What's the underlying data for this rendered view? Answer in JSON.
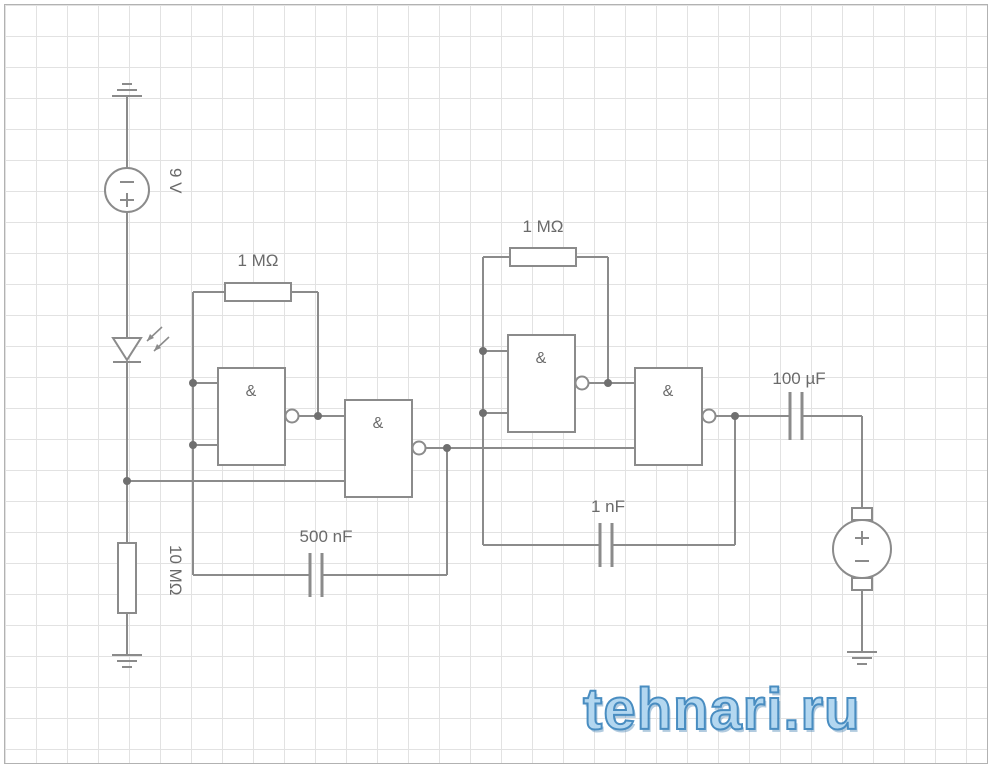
{
  "diagram": {
    "power_source": {
      "label": "9 V"
    },
    "resistors": {
      "r1": "1 MΩ",
      "r2": "1 MΩ",
      "r3": "10 MΩ"
    },
    "capacitors": {
      "c1": "500 nF",
      "c2": "1 nF",
      "c3": "100 µF"
    },
    "gates": [
      "&",
      "&",
      "&",
      "&"
    ],
    "colors": {
      "wire": "#8b8b8b",
      "label_text": "#6a6a6a",
      "grid_line": "#e2e2e2",
      "watermark_fill": "#aed5ef",
      "watermark_outline": "#3c85bd"
    }
  },
  "watermark": {
    "text": "tehnari.ru"
  }
}
